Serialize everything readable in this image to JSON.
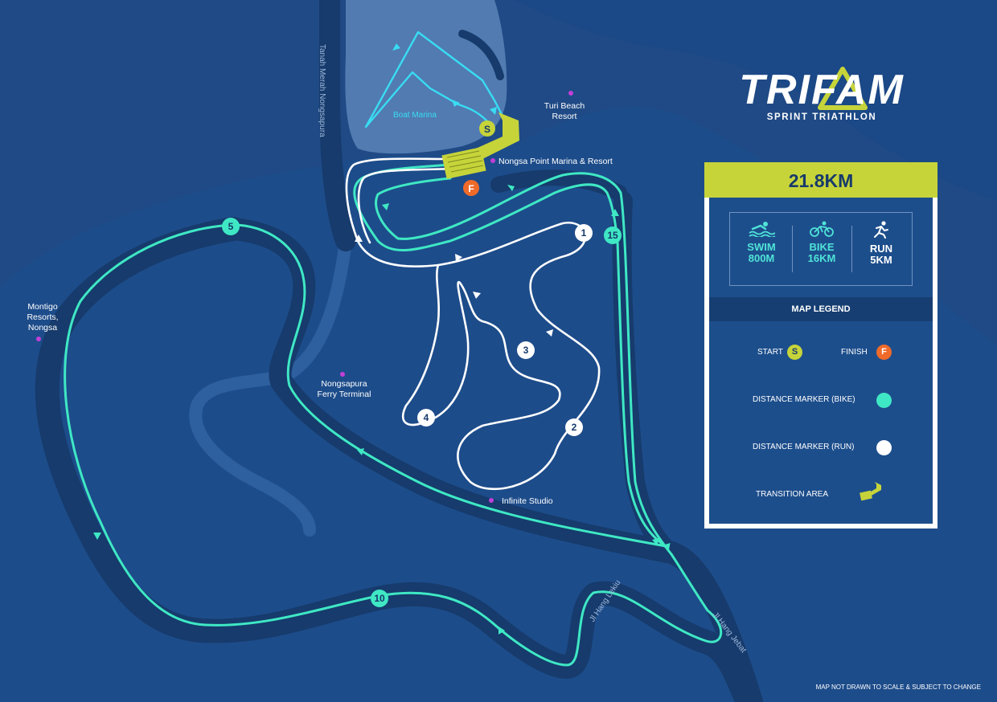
{
  "brand": {
    "name": "TRIFAM",
    "tagline": "SPRINT TRIATHLON"
  },
  "panel": {
    "total_distance": "21.8KM",
    "disciplines": [
      {
        "sport": "SWIM",
        "distance": "800M",
        "icon": "swimmer-icon",
        "color": "#4fe3d7"
      },
      {
        "sport": "BIKE",
        "distance": "16KM",
        "icon": "cyclist-icon",
        "color": "#4fe3d7"
      },
      {
        "sport": "RUN",
        "distance": "5KM",
        "icon": "runner-icon",
        "color": "#ffffff"
      }
    ],
    "legend_title": "MAP LEGEND",
    "legend": {
      "start": {
        "label": "START",
        "symbol": "S",
        "color": "#c6d43a"
      },
      "finish": {
        "label": "FINISH",
        "symbol": "F",
        "color": "#f06a2a"
      },
      "bike_marker": {
        "label": "DISTANCE MARKER (BIKE)",
        "color": "#3fe8c4"
      },
      "run_marker": {
        "label": "DISTANCE MARKER (RUN)",
        "color": "#ffffff"
      },
      "transition": {
        "label": "TRANSITION AREA",
        "color": "#c6d43a"
      }
    }
  },
  "places": {
    "boat_marina": "Boat Marina",
    "turi_beach": [
      "Turi Beach",
      "Resort"
    ],
    "nongsa_point": "Nongsa Point Marina & Resort",
    "montigo": [
      "Montigo",
      "Resorts,",
      "Nongsa"
    ],
    "ferry_terminal": [
      "Nongsapura",
      "Ferry Terminal"
    ],
    "infinite_studio": "Infinite Studio"
  },
  "roads": {
    "tanah_merah": "Tanah Merah Nongsapura",
    "hang_lekiu": "Jl Hang Lekiu",
    "hang_jebat": "Jl Hang Jebat"
  },
  "route_markers": {
    "start_symbol": "S",
    "finish_symbol": "F",
    "bike_km": [
      "5",
      "10",
      "15"
    ],
    "run_km": [
      "1",
      "2",
      "3",
      "4"
    ]
  },
  "colors": {
    "sea": "#1f4a85",
    "land": "#1d4c8a",
    "road": "#163b6c",
    "swim": "#39dcf2",
    "bike": "#3fe8c4",
    "run": "#ffffff",
    "transition": "#c6d43a",
    "poi": "#c13fd8"
  },
  "disclaimer": "MAP NOT DRAWN TO SCALE & SUBJECT TO CHANGE"
}
